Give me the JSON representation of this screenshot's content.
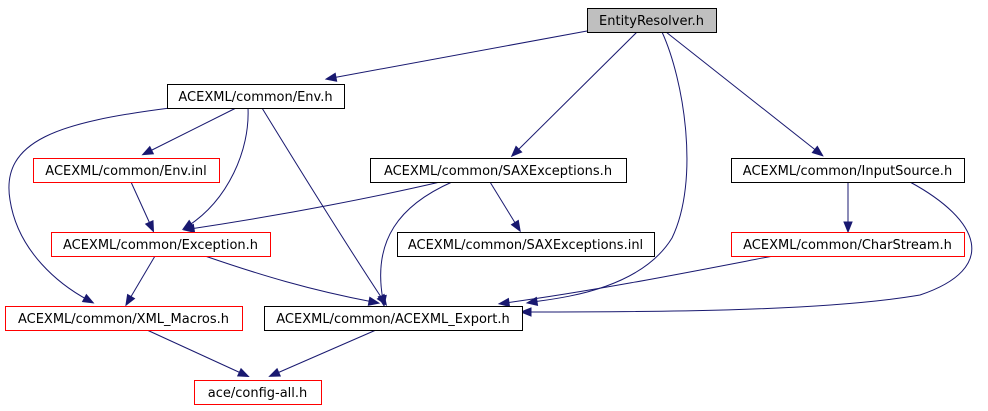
{
  "colors": {
    "edge": "#191970",
    "border_default": "#000000",
    "border_incomplete": "#ff0000",
    "fill_default": "#ffffff",
    "fill_root": "#bfbfbf"
  },
  "nodes": {
    "entity_resolver": {
      "label": "EntityResolver.h",
      "style": "root"
    },
    "env_h": {
      "label": "ACEXML/common/Env.h",
      "style": "default"
    },
    "env_inl": {
      "label": "ACEXML/common/Env.inl",
      "style": "incomplete"
    },
    "sax_exceptions_h": {
      "label": "ACEXML/common/SAXExceptions.h",
      "style": "default"
    },
    "input_source_h": {
      "label": "ACEXML/common/InputSource.h",
      "style": "default"
    },
    "exception_h": {
      "label": "ACEXML/common/Exception.h",
      "style": "incomplete"
    },
    "sax_exceptions_inl": {
      "label": "ACEXML/common/SAXExceptions.inl",
      "style": "default"
    },
    "char_stream_h": {
      "label": "ACEXML/common/CharStream.h",
      "style": "incomplete"
    },
    "xml_macros_h": {
      "label": "ACEXML/common/XML_Macros.h",
      "style": "incomplete"
    },
    "acexml_export_h": {
      "label": "ACEXML/common/ACEXML_Export.h",
      "style": "default"
    },
    "config_all_h": {
      "label": "ace/config-all.h",
      "style": "incomplete"
    }
  },
  "edges": [
    [
      "entity_resolver",
      "env_h"
    ],
    [
      "entity_resolver",
      "sax_exceptions_h"
    ],
    [
      "entity_resolver",
      "acexml_export_h"
    ],
    [
      "entity_resolver",
      "input_source_h"
    ],
    [
      "env_h",
      "env_inl"
    ],
    [
      "env_h",
      "exception_h"
    ],
    [
      "env_h",
      "xml_macros_h"
    ],
    [
      "env_h",
      "acexml_export_h"
    ],
    [
      "env_inl",
      "exception_h"
    ],
    [
      "sax_exceptions_h",
      "exception_h"
    ],
    [
      "sax_exceptions_h",
      "sax_exceptions_inl"
    ],
    [
      "sax_exceptions_h",
      "acexml_export_h"
    ],
    [
      "input_source_h",
      "char_stream_h"
    ],
    [
      "input_source_h",
      "acexml_export_h"
    ],
    [
      "exception_h",
      "xml_macros_h"
    ],
    [
      "exception_h",
      "acexml_export_h"
    ],
    [
      "char_stream_h",
      "acexml_export_h"
    ],
    [
      "xml_macros_h",
      "config_all_h"
    ],
    [
      "acexml_export_h",
      "config_all_h"
    ]
  ]
}
